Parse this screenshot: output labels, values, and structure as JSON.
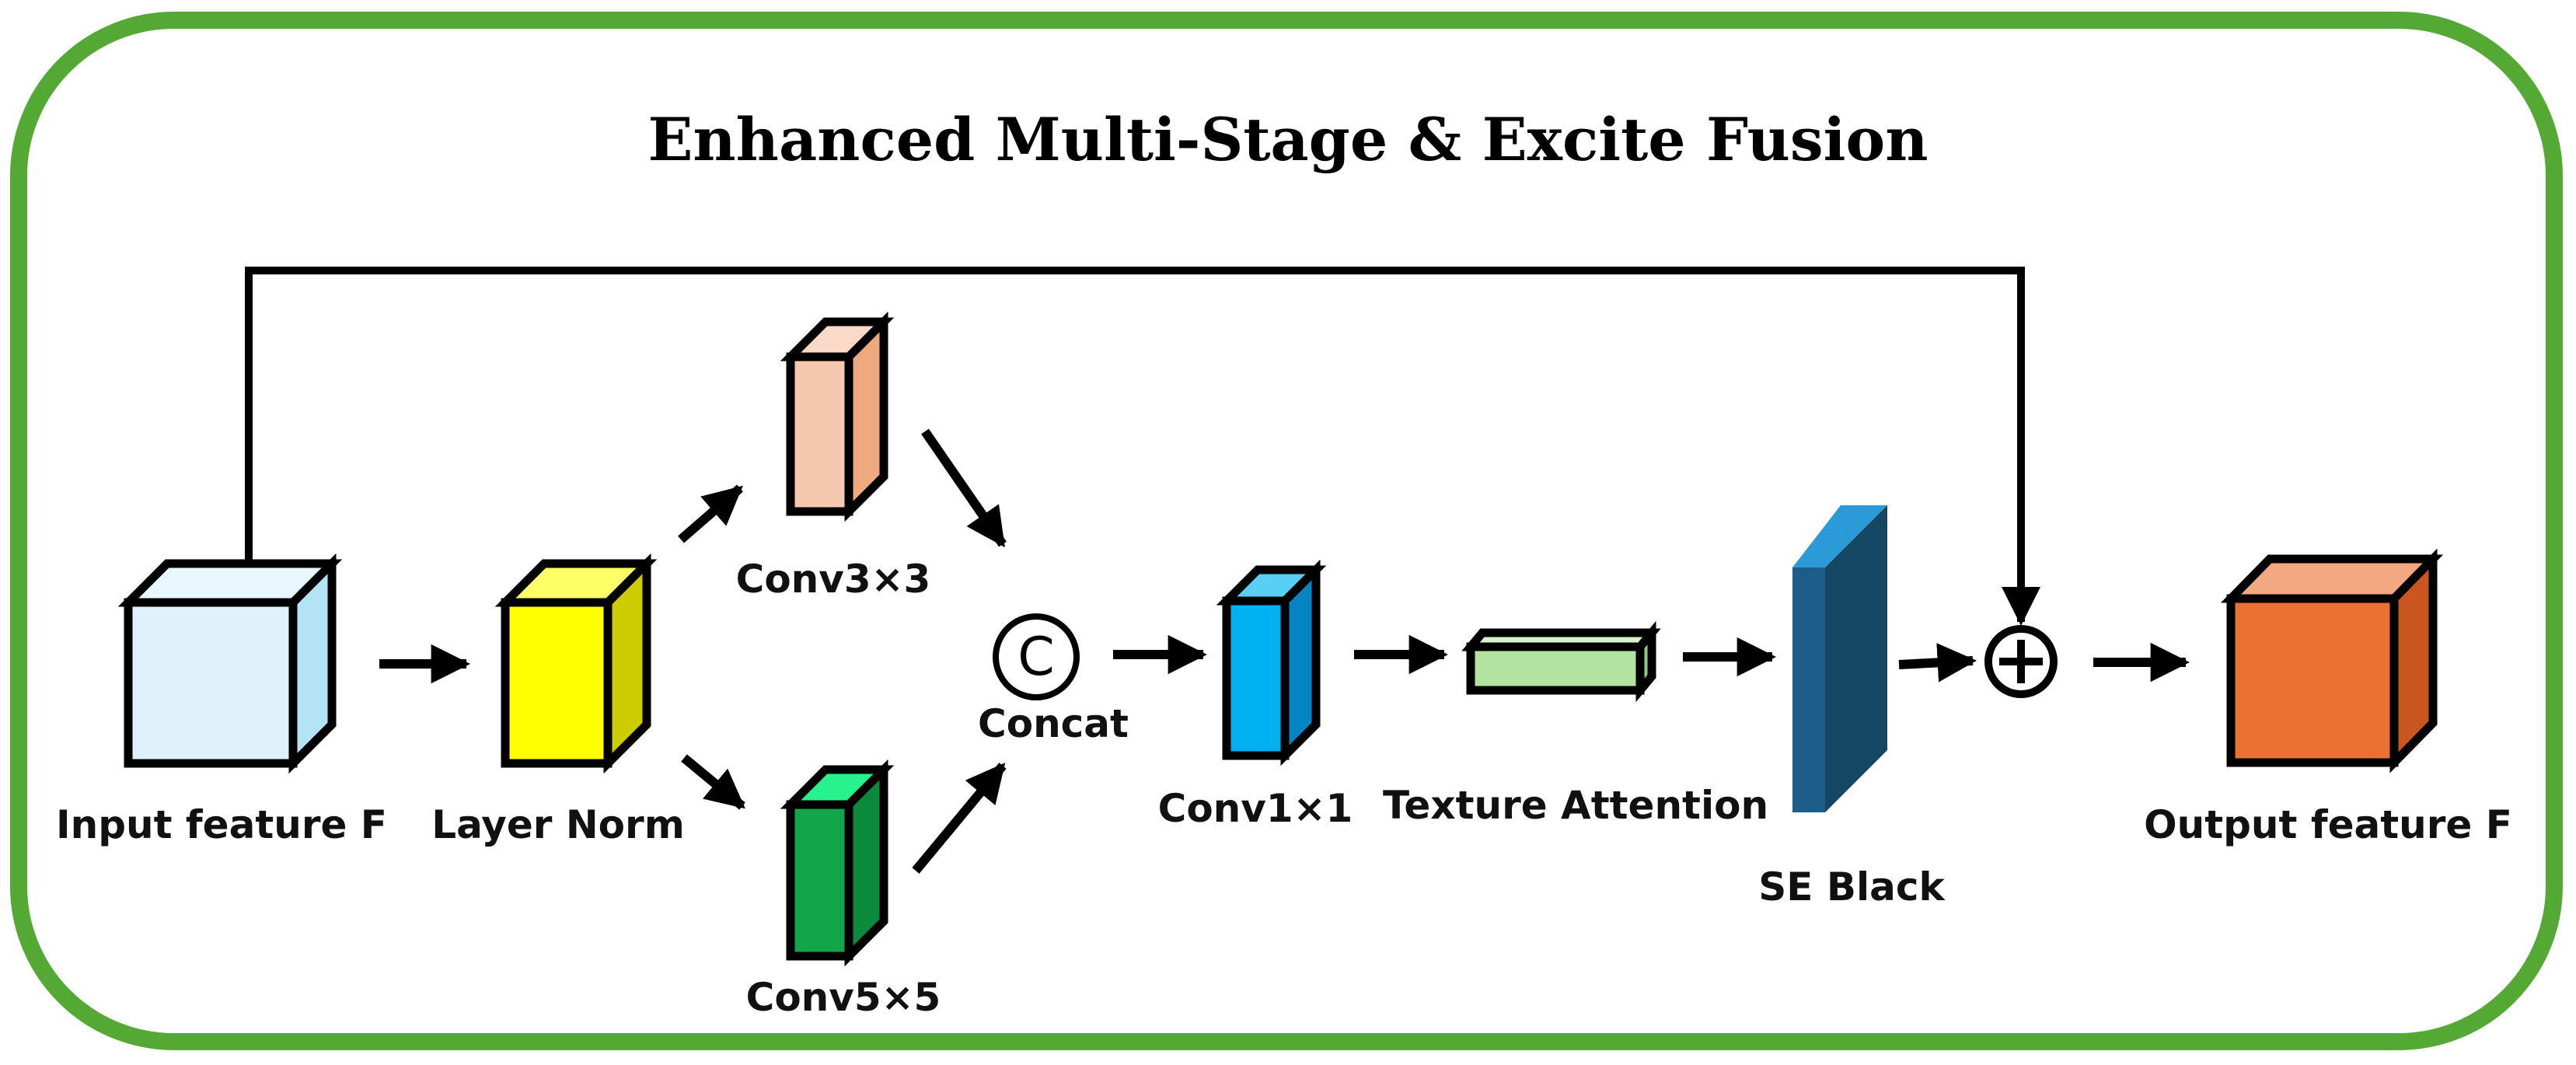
{
  "title": "Enhanced Multi-Stage & Excite Fusion",
  "colors": {
    "frame": "#54A935",
    "input_front": "#DFF2FB",
    "input_top": "#E8F7FD",
    "input_side": "#B3E3F5",
    "norm_front": "#FFFF00",
    "norm_top": "#FFFF66",
    "norm_side": "#CCCC00",
    "conv3_front": "#F6C8B0",
    "conv3_top": "#FAD9C7",
    "conv3_side": "#EEA97E",
    "conv5_front": "#12A54A",
    "conv5_top": "#27F28E",
    "conv5_side": "#0C8A3C",
    "conv1_front": "#00B0F0",
    "conv1_top": "#58CFF5",
    "conv1_side": "#0484C2",
    "texture_front": "#B2E3A1",
    "texture_top": "#D7F3CC",
    "texture_side": "#8FCC7C",
    "se_front": "#1C5E87",
    "se_top": "#2B9AD6",
    "se_side": "#144862",
    "output_front": "#E97233",
    "output_top": "#F2A882",
    "output_side": "#C8561E"
  },
  "nodes": {
    "input": {
      "label": "Input feature F",
      "icon": "cube-icon"
    },
    "layer_norm": {
      "label": "Layer Norm",
      "icon": "cuboid-icon"
    },
    "conv3": {
      "label": "Conv3×3",
      "icon": "cuboid-icon"
    },
    "conv5": {
      "label": "Conv5×5",
      "icon": "cuboid-icon"
    },
    "concat": {
      "symbol": "C",
      "label": "Concat",
      "icon": "concat-icon"
    },
    "conv1": {
      "label": "Conv1×1",
      "icon": "cuboid-icon"
    },
    "texture": {
      "label": "Texture Attention",
      "icon": "slab-icon"
    },
    "se": {
      "label": "SE Black",
      "icon": "plate-icon"
    },
    "add": {
      "symbol": "⊕",
      "icon": "element-wise-add-icon"
    },
    "output": {
      "label": "Output feature F",
      "icon": "cube-icon"
    }
  }
}
